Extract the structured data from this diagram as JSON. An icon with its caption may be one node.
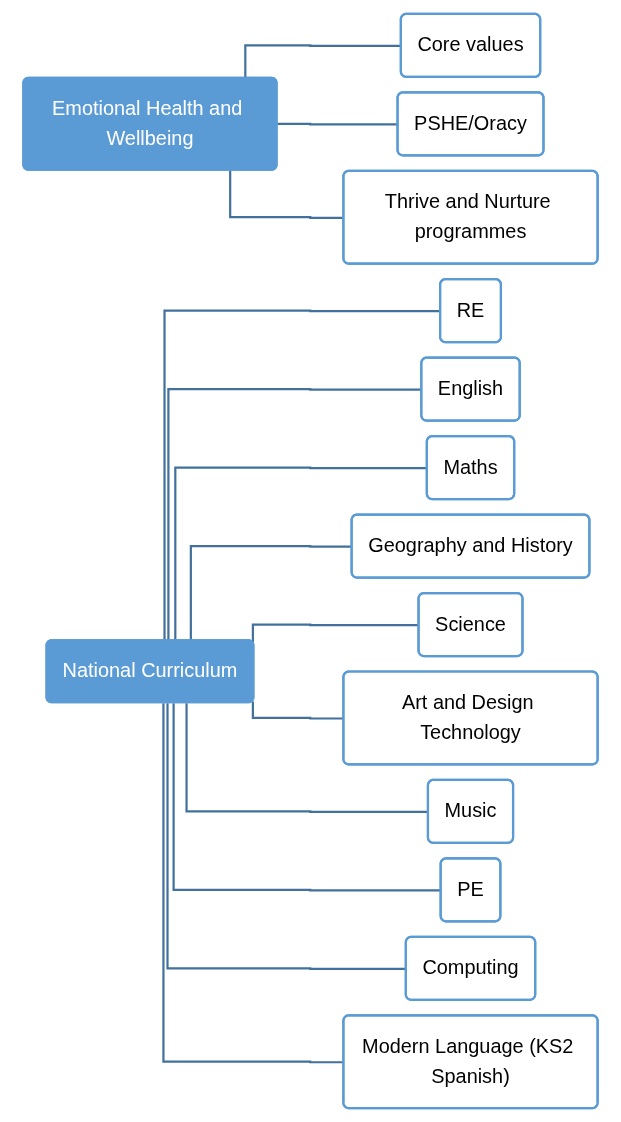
{
  "diagram": {
    "nodes": [
      {
        "text": [
          "Emotional Health and Wellbeing"
        ]
      },
      {
        "text": [
          "Core values"
        ]
      },
      {
        "text": [
          "PSHE/Oracy"
        ]
      },
      {
        "text": [
          "Thrive and Nurture programmes"
        ]
      },
      {
        "text": [
          "National Curriculum"
        ]
      },
      {
        "text": [
          "RE"
        ]
      },
      {
        "text": [
          "English"
        ]
      },
      {
        "text": [
          "Maths"
        ]
      },
      {
        "text": [
          "Geography and History"
        ]
      },
      {
        "text": [
          "Science"
        ]
      },
      {
        "text": [
          "Art and Design Technology"
        ]
      },
      {
        "text": [
          "Music"
        ]
      },
      {
        "text": [
          "PE"
        ]
      },
      {
        "text": [
          "Computing"
        ]
      },
      {
        "text": [
          "Modern Language (KS2 Spanish)"
        ]
      }
    ],
    "edges": [
      {
        "from": 0,
        "to": 1,
        "arrow": "none"
      },
      {
        "from": 0,
        "to": 2,
        "arrow": "none"
      },
      {
        "from": 0,
        "to": 3,
        "arrow": "none"
      },
      {
        "from": 4,
        "to": 5,
        "arrow": "none"
      },
      {
        "from": 4,
        "to": 6,
        "arrow": "none"
      },
      {
        "from": 4,
        "to": 7,
        "arrow": "none"
      },
      {
        "from": 4,
        "to": 8,
        "arrow": "none"
      },
      {
        "from": 4,
        "to": 9,
        "arrow": "none"
      },
      {
        "from": 4,
        "to": 10,
        "arrow": "none"
      },
      {
        "from": 4,
        "to": 11,
        "arrow": "none"
      },
      {
        "from": 4,
        "to": 12,
        "arrow": "none"
      },
      {
        "from": 4,
        "to": 13,
        "arrow": "none"
      },
      {
        "from": 4,
        "to": 14,
        "arrow": "none"
      }
    ]
  }
}
